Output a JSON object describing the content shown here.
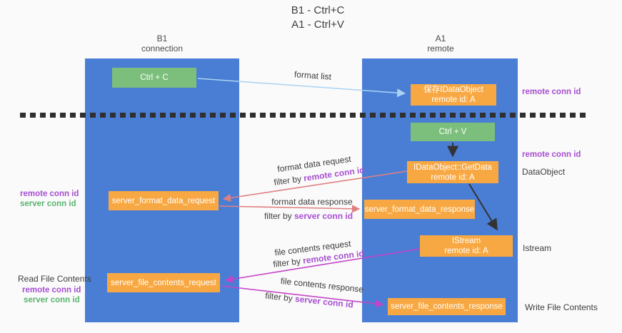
{
  "title": {
    "line1": "B1 - Ctrl+C",
    "line2": "A1 - Ctrl+V"
  },
  "columns": {
    "left": {
      "name": "B1",
      "role": "connection"
    },
    "right": {
      "name": "A1",
      "role": "remote"
    }
  },
  "nodes": {
    "ctrl_c": {
      "label": "Ctrl + C"
    },
    "save_obj": {
      "line1": "保存IDataObject",
      "line2": "remote id: A"
    },
    "ctrl_v": {
      "label": "Ctrl + V"
    },
    "getdata": {
      "line1": "IDataObject::GetData",
      "line2": "remote id: A"
    },
    "format_request": {
      "label": "server_format_data_request"
    },
    "format_response": {
      "label": "server_format_data_response"
    },
    "istream": {
      "line1": "IStream",
      "line2": "remote id: A"
    },
    "file_request": {
      "label": "server_file_contents_request"
    },
    "file_response": {
      "label": "server_file_contents_response"
    }
  },
  "flow_labels": {
    "format_list": "format list",
    "format_request": {
      "text": "format data request",
      "filter_prefix": "filter by",
      "filter_key": "remote conn id"
    },
    "format_response": {
      "text": "format data response",
      "filter_prefix": "filter by",
      "filter_key": "server conn id"
    },
    "file_request": {
      "text": "file contents request",
      "filter_prefix": "filter by",
      "filter_key": "remote conn id"
    },
    "file_response": {
      "text": "file contents response",
      "filter_prefix": "filter by",
      "filter_key": "server conn id"
    }
  },
  "left_labels": {
    "remote_conn_1": "remote conn id",
    "server_conn_1": "server conn id",
    "read_file": "Read File Contents",
    "remote_conn_2": "remote conn id",
    "server_conn_2": "server conn id"
  },
  "right_labels": {
    "remote_conn_1": "remote conn id",
    "remote_conn_2": "remote conn id",
    "dataobject": "DataObject",
    "istream": "Istream",
    "write_file": "Write File Contents"
  },
  "colors": {
    "column_blue": "#4a7ed5",
    "box_orange": "#f8a842",
    "box_green": "#7cbf7c",
    "arrow_light_blue": "#a9d3f2",
    "arrow_salmon": "#e07f80",
    "arrow_magenta": "#c445c8",
    "arrow_black": "#333333",
    "label_purple": "#a74fd1",
    "label_green": "#58b46d",
    "text_dark": "#3d3d3d"
  }
}
